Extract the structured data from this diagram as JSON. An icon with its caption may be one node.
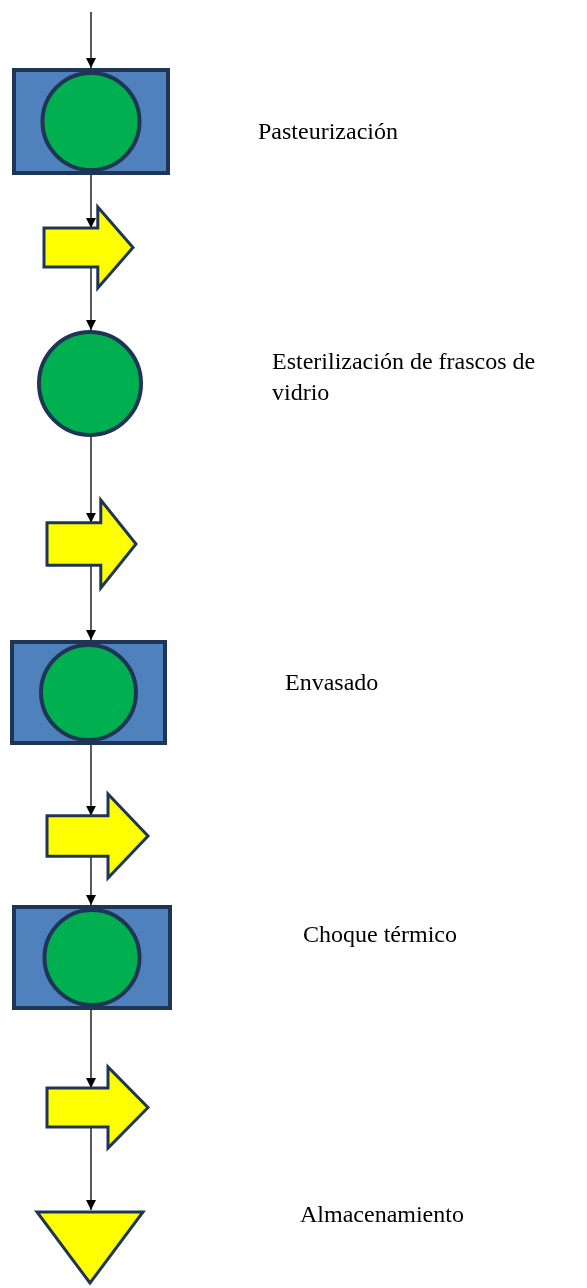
{
  "diagram": {
    "nodes": [
      {
        "text": [],
        "shape": "box"
      },
      {
        "text": [],
        "shape": "arrow"
      },
      {
        "text": [],
        "shape": "circle"
      },
      {
        "text": [],
        "shape": "arrow"
      },
      {
        "text": [],
        "shape": "box"
      },
      {
        "text": [],
        "shape": "arrow"
      },
      {
        "text": [],
        "shape": "box"
      },
      {
        "text": [],
        "shape": "arrow"
      },
      {
        "text": [],
        "shape": "triangle"
      }
    ],
    "edges": [
      {
        "from": null,
        "to": 0,
        "arrow": "to"
      },
      {
        "from": 0,
        "to": 1,
        "arrow": "to"
      },
      {
        "from": 1,
        "to": 2,
        "arrow": "to"
      },
      {
        "from": 2,
        "to": 3,
        "arrow": "to"
      },
      {
        "from": 3,
        "to": 4,
        "arrow": "to"
      },
      {
        "from": 4,
        "to": 5,
        "arrow": "to"
      },
      {
        "from": 5,
        "to": 6,
        "arrow": "to"
      },
      {
        "from": 6,
        "to": 7,
        "arrow": "to"
      },
      {
        "from": 7,
        "to": 8,
        "arrow": "to"
      }
    ],
    "labels": [
      "Pasteurización",
      "Esterilización de frascos de vidrio",
      "Envasado",
      "Choque térmico",
      "Almacenamiento"
    ]
  }
}
